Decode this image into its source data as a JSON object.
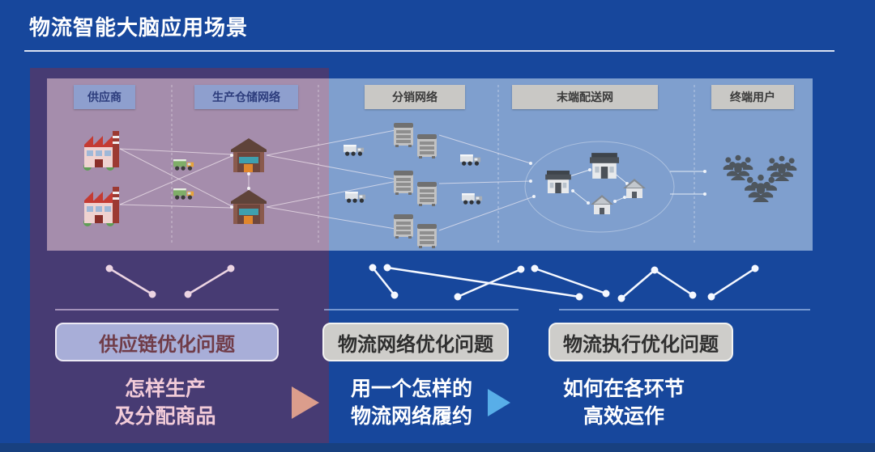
{
  "slide": {
    "title": "物流智能大脑应用场景"
  },
  "network_sections": [
    {
      "label": "供应商"
    },
    {
      "label": "生产仓储网络"
    },
    {
      "label": "分销网络"
    },
    {
      "label": "末端配送网"
    },
    {
      "label": "终端用户"
    }
  ],
  "problems": [
    {
      "label": "供应链优化问题",
      "question": [
        "怎样生产",
        "及分配商品"
      ]
    },
    {
      "label": "物流网络优化问题",
      "question": [
        "用一个怎样的",
        "物流网络履约"
      ]
    },
    {
      "label": "物流执行优化问题",
      "question": [
        "如何在各环节",
        "高效运作"
      ]
    }
  ],
  "icons": {
    "factory-icon": "factory building with striped chimney",
    "truck-icon": "delivery truck",
    "warehouse-icon": "warehouse with orange door",
    "storage-rack-icon": "storage shelf rack",
    "store-icon": "retail store front",
    "house-icon": "house",
    "crowd-icon": "group of end users",
    "arrow-right-icon": "right-pointing triangle"
  },
  "colors": {
    "background": "#17479c",
    "panel_blue": "#7f9fce",
    "overlay_purple": "#473b73",
    "overlay_panel_tint": "#a58dac",
    "section_label_blue": "#8e9fce",
    "section_label_gray": "#c9c8c5",
    "problem_box_lavender": "#a8aed8",
    "problem_box_gray": "#cecdca",
    "arrow_salmon": "#db9d8c",
    "arrow_light_blue": "#58aee8",
    "question_pink_text": "#f2cbd8"
  }
}
